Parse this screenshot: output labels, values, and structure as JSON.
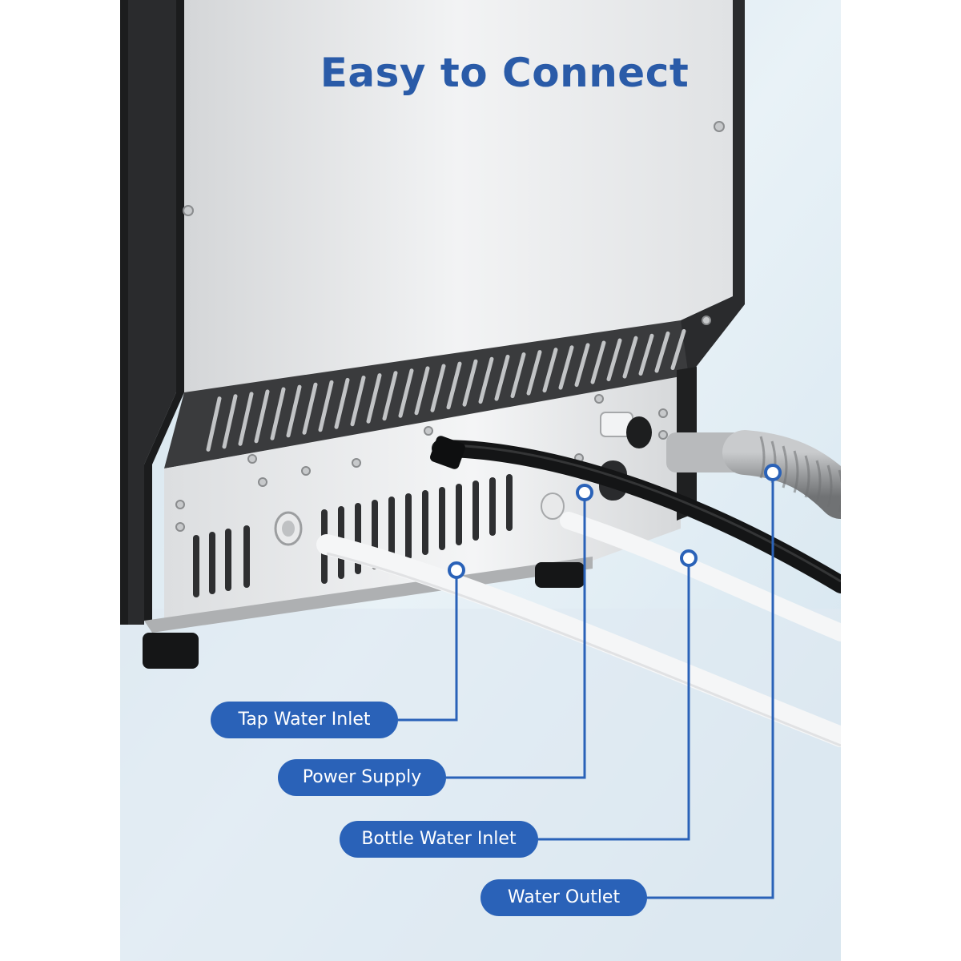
{
  "title": "Easy to Connect",
  "callouts": {
    "tap_water_inlet": "Tap Water Inlet",
    "power_supply": "Power Supply",
    "bottle_water_inlet": "Bottle Water Inlet",
    "water_outlet": "Water Outlet"
  },
  "colors": {
    "accent": "#2a62b8",
    "title": "#2a5ba8",
    "background": "#d9e8f1"
  }
}
